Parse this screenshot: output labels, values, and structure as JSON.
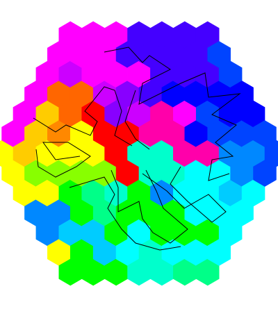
{
  "puzzle": {
    "shape": "large hexagon tiled with hexagonal cells",
    "regions": [
      {
        "name": "magenta",
        "color": "#ff00cc"
      },
      {
        "name": "violet",
        "color": "#cc00ff"
      },
      {
        "name": "purple",
        "color": "#8800ff"
      },
      {
        "name": "indigo",
        "color": "#4400ff"
      },
      {
        "name": "blue",
        "color": "#0000ff"
      },
      {
        "name": "royal-blue",
        "color": "#0044ff"
      },
      {
        "name": "azure",
        "color": "#0088ff"
      },
      {
        "name": "sky",
        "color": "#00ccff"
      },
      {
        "name": "cyan",
        "color": "#00ffff"
      },
      {
        "name": "aqua",
        "color": "#00ffcc"
      },
      {
        "name": "spring-green",
        "color": "#00ff88"
      },
      {
        "name": "green",
        "color": "#00ff00"
      },
      {
        "name": "chartreuse",
        "color": "#88ff00"
      },
      {
        "name": "yellow",
        "color": "#ffff00"
      },
      {
        "name": "amber",
        "color": "#ffcc00"
      },
      {
        "name": "orange",
        "color": "#ff8800"
      },
      {
        "name": "dark-orange",
        "color": "#ff6600"
      },
      {
        "name": "red",
        "color": "#ff0000"
      },
      {
        "name": "pink",
        "color": "#ff00aa"
      },
      {
        "name": "hot-magenta",
        "color": "#ff00ff"
      }
    ],
    "path_color": "#000000",
    "background": "#ffffff"
  }
}
